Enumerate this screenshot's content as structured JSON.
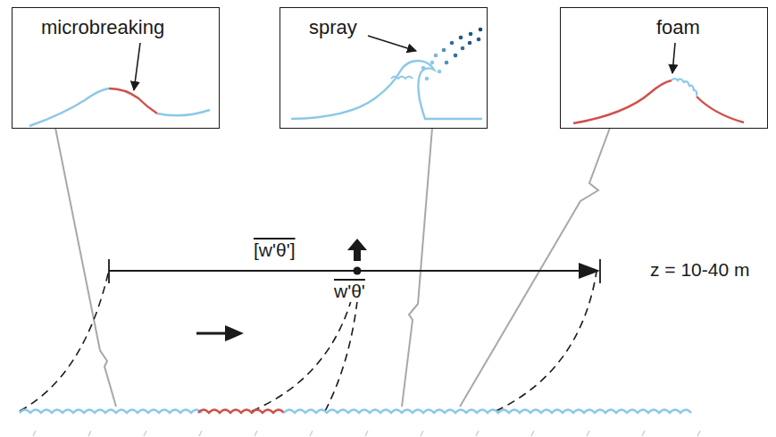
{
  "diagram": {
    "nodes": [
      {
        "text": [
          "microbreaking"
        ]
      },
      {
        "text": [
          "spray"
        ]
      },
      {
        "text": [
          "foam"
        ]
      }
    ],
    "labels": [
      "[w'θ']",
      "w'θ'",
      "z = 10-40 m"
    ]
  }
}
